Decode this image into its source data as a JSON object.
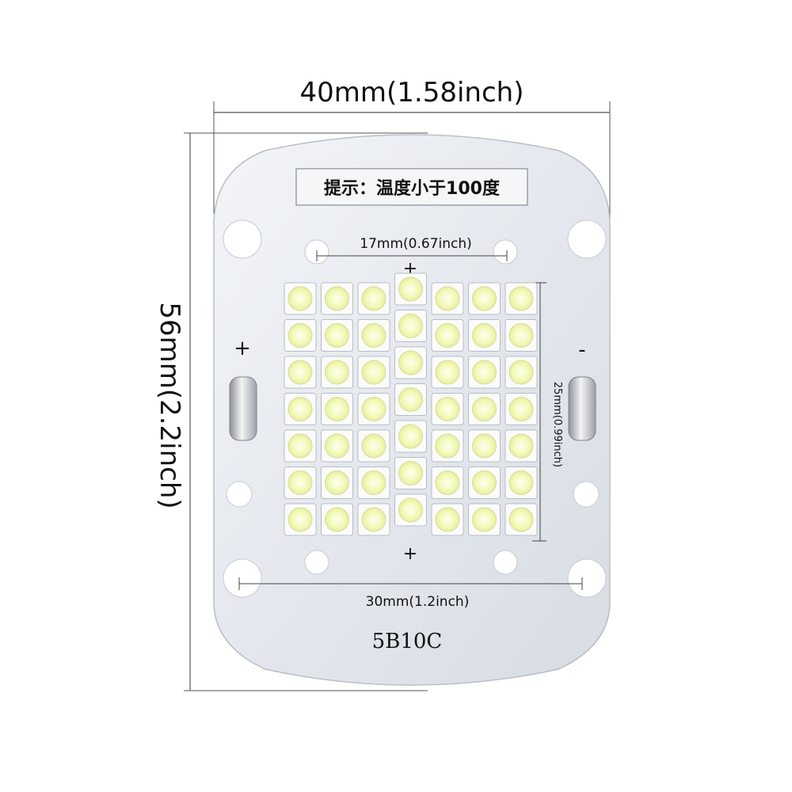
{
  "dimensions": {
    "width": "40mm(1.58inch)",
    "height": "56mm(2.2inch)",
    "led_array_width": "17mm(0.67inch)",
    "led_array_height": "25mm(0.99inch)",
    "hole_spacing": "30mm(1.2inch)"
  },
  "board": {
    "warning": "提示：温度小于100度",
    "model": "5B10C",
    "terminal_left": "+",
    "terminal_right": "-",
    "polarity_top": "+",
    "polarity_bottom": "+",
    "color": "#e6eaef"
  },
  "leds": {
    "rows": 7,
    "columns": 7,
    "count": 49,
    "chip_color": "#f5fac8"
  }
}
